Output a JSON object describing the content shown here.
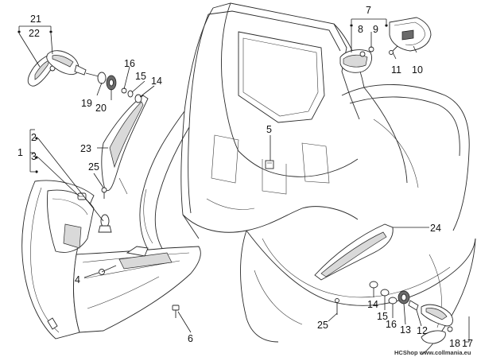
{
  "callouts": [
    {
      "id": "c21",
      "text": "21"
    },
    {
      "id": "c22",
      "text": "22"
    },
    {
      "id": "c7",
      "text": "7"
    },
    {
      "id": "c8",
      "text": "8"
    },
    {
      "id": "c9",
      "text": "9"
    },
    {
      "id": "c11",
      "text": "11"
    },
    {
      "id": "c10",
      "text": "10"
    },
    {
      "id": "c16a",
      "text": "16"
    },
    {
      "id": "c15a",
      "text": "15"
    },
    {
      "id": "c14a",
      "text": "14"
    },
    {
      "id": "c19",
      "text": "19"
    },
    {
      "id": "c20",
      "text": "20"
    },
    {
      "id": "c2",
      "text": "2"
    },
    {
      "id": "c1",
      "text": "1"
    },
    {
      "id": "c3",
      "text": "3"
    },
    {
      "id": "c23",
      "text": "23"
    },
    {
      "id": "c25a",
      "text": "25"
    },
    {
      "id": "c5",
      "text": "5"
    },
    {
      "id": "c24",
      "text": "24"
    },
    {
      "id": "c4",
      "text": "4"
    },
    {
      "id": "c6",
      "text": "6"
    },
    {
      "id": "c14b",
      "text": "14"
    },
    {
      "id": "c15b",
      "text": "15"
    },
    {
      "id": "c16b",
      "text": "16"
    },
    {
      "id": "c13",
      "text": "13"
    },
    {
      "id": "c12",
      "text": "12"
    },
    {
      "id": "c25b",
      "text": "25"
    },
    {
      "id": "c18",
      "text": "18"
    },
    {
      "id": "c17",
      "text": "17"
    }
  ],
  "watermark": "HCShop www.collmania.eu"
}
